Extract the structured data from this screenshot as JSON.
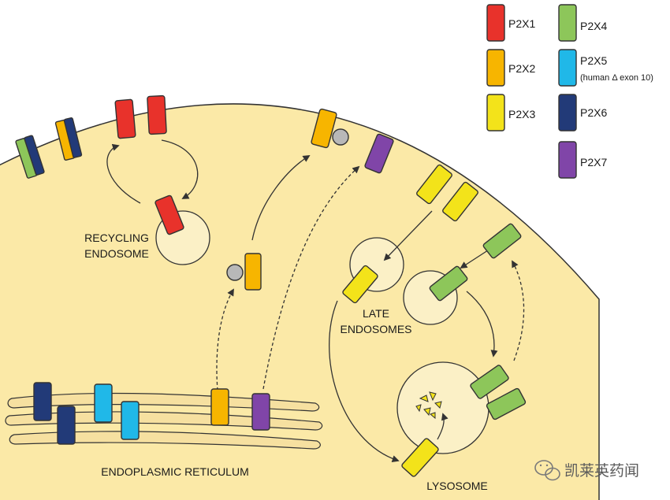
{
  "labels": {
    "recycling_line1": "RECYCLING",
    "recycling_line2": "ENDOSOME",
    "late_line1": "LATE",
    "late_line2": "ENDOSOMES",
    "er": "ENDOPLASMIC RETICULUM",
    "lysosome": "LYSOSOME"
  },
  "legend": [
    {
      "name": "P2X1",
      "color": "#e8322b"
    },
    {
      "name": "P2X2",
      "color": "#f7b500"
    },
    {
      "name": "P2X3",
      "color": "#f3e31a"
    },
    {
      "name": "P2X4",
      "color": "#8dc65a"
    },
    {
      "name": "P2X5",
      "color": "#20b8e8",
      "note": "(human Δ exon 10)"
    },
    {
      "name": "P2X6",
      "color": "#223a78"
    },
    {
      "name": "P2X7",
      "color": "#8045a8"
    }
  ],
  "colors": {
    "cytoplasm": "#fbe9a7",
    "organelle": "#fbf0c6",
    "er": "#f6e0a0",
    "accessory": "#b8b8b8"
  },
  "watermark": {
    "text": "凯莱英药闻",
    "icon": "wechat-icon"
  }
}
